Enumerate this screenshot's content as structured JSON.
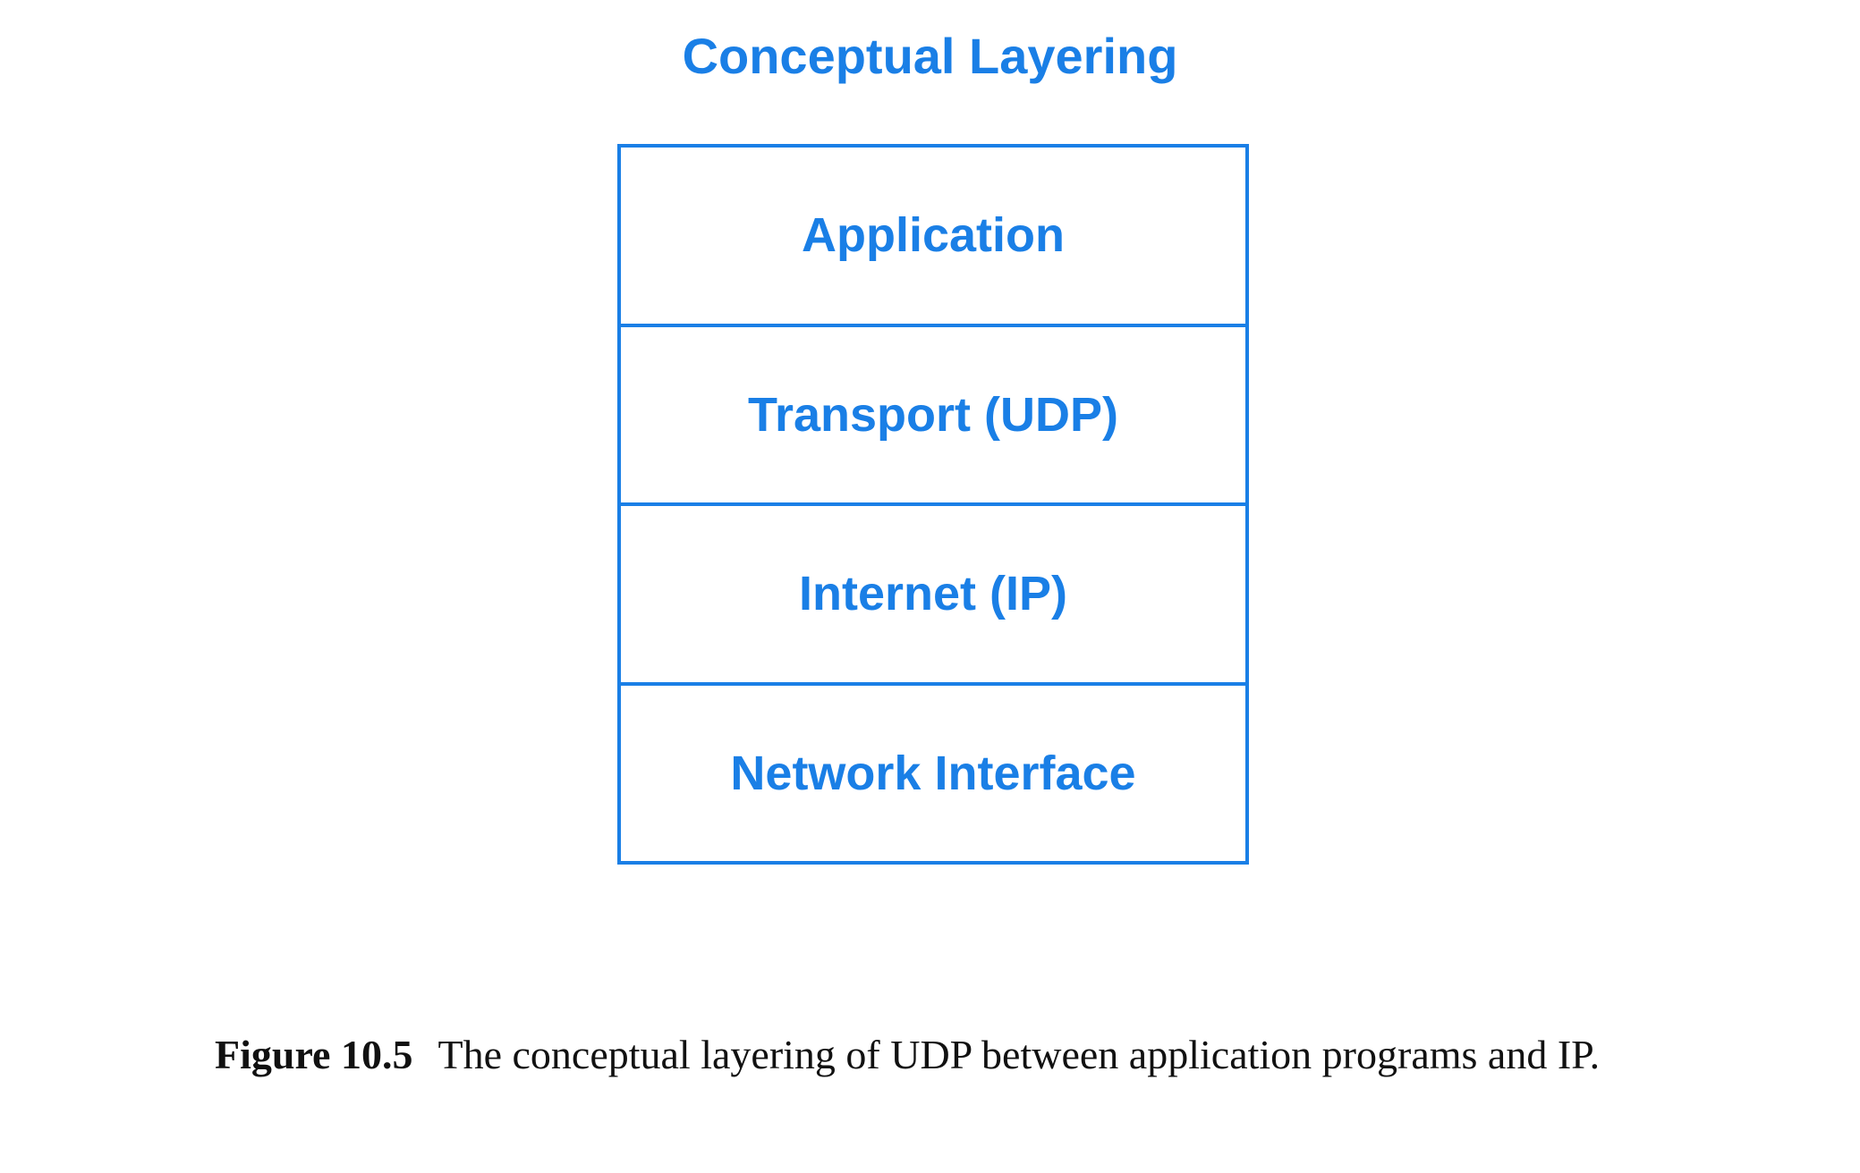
{
  "diagram": {
    "title": "Conceptual Layering",
    "color": "#1a7fe6",
    "layers": [
      {
        "label": "Application"
      },
      {
        "label": "Transport (UDP)"
      },
      {
        "label": "Internet (IP)"
      },
      {
        "label": "Network Interface"
      }
    ]
  },
  "caption": {
    "label": "Figure 10.5",
    "text": "The conceptual layering of UDP between application programs and IP."
  }
}
